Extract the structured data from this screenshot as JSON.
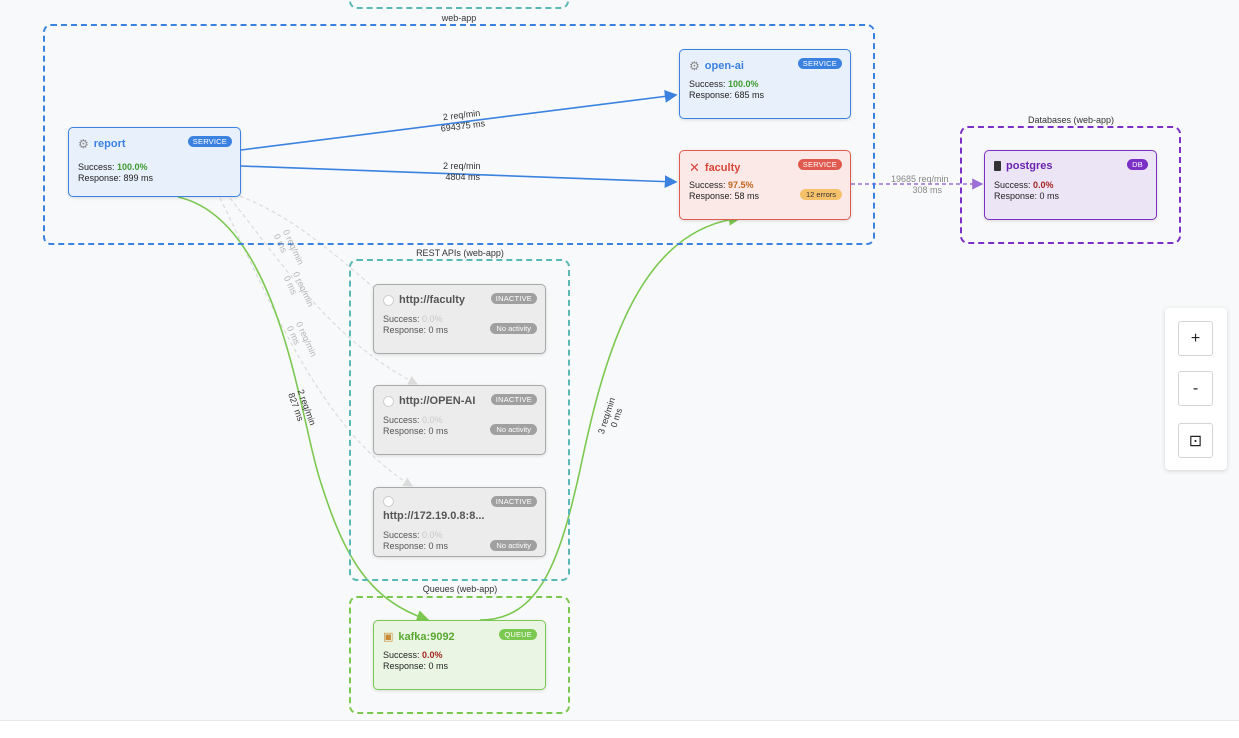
{
  "groups": {
    "top": {
      "label": ""
    },
    "web_app": {
      "label": "web-app"
    },
    "rest": {
      "label": "REST APIs (web-app)"
    },
    "db": {
      "label": "Databases (web-app)"
    },
    "queue": {
      "label": "Queues (web-app)"
    }
  },
  "nodes": {
    "report": {
      "name": "report",
      "badge": "SERVICE",
      "success_label": "Success:",
      "success": "100.0%",
      "response": "Response: 899 ms"
    },
    "openai": {
      "name": "open-ai",
      "badge": "SERVICE",
      "success_label": "Success:",
      "success": "100.0%",
      "response": "Response: 685 ms"
    },
    "faculty": {
      "name": "faculty",
      "badge": "SERVICE",
      "success_label": "Success:",
      "success": "97.5%",
      "response": "Response: 58 ms",
      "errors": "12 errors"
    },
    "postgres": {
      "name": "postgres",
      "badge": "DB",
      "success_label": "Success:",
      "success": "0.0%",
      "response": "Response: 0 ms"
    },
    "http_faculty": {
      "name": "http://faculty",
      "badge": "INACTIVE",
      "success_label": "Success:",
      "success": "0.0%",
      "response": "Response: 0 ms",
      "activity": "No activity"
    },
    "http_openai": {
      "name": "http://OPEN-AI",
      "badge": "INACTIVE",
      "success_label": "Success:",
      "success": "0.0%",
      "response": "Response: 0 ms",
      "activity": "No activity"
    },
    "http_ip": {
      "name": "http://172.19.0.8:8...",
      "badge": "INACTIVE",
      "success_label": "Success:",
      "success": "0.0%",
      "response": "Response: 0 ms",
      "activity": "No activity"
    },
    "kafka": {
      "name": "kafka:9092",
      "badge": "QUEUE",
      "success_label": "Success:",
      "success": "0.0%",
      "response": "Response: 0 ms"
    }
  },
  "edges": {
    "report_openai": {
      "rate": "2 req/min",
      "latency": "694375 ms"
    },
    "report_faculty": {
      "rate": "2 req/min",
      "latency": "4804 ms"
    },
    "faculty_postgres": {
      "rate": "19685 req/min",
      "latency": "308 ms"
    },
    "report_http1": {
      "rate": "0 req/min",
      "latency": "0 ms"
    },
    "report_http2": {
      "rate": "0 req/min",
      "latency": "0 ms"
    },
    "report_http3": {
      "rate": "0 req/min",
      "latency": "0 ms"
    },
    "report_kafka": {
      "rate": "2 req/min",
      "latency": "827 ms"
    },
    "kafka_faculty": {
      "rate": "3 req/min",
      "latency": "0 ms"
    }
  },
  "zoom": {
    "in": "+",
    "out": "-",
    "fit": "⊡"
  },
  "icons": {
    "service": "gear-icon",
    "error": "x-icon",
    "db": "database-icon",
    "queue": "package-icon",
    "inactive": "circle-icon"
  },
  "colors": {
    "blue": "#3b82e0",
    "red": "#e05a4f",
    "purple": "#7b2fc4",
    "green": "#7bc850",
    "teal": "#5ab8b6"
  }
}
